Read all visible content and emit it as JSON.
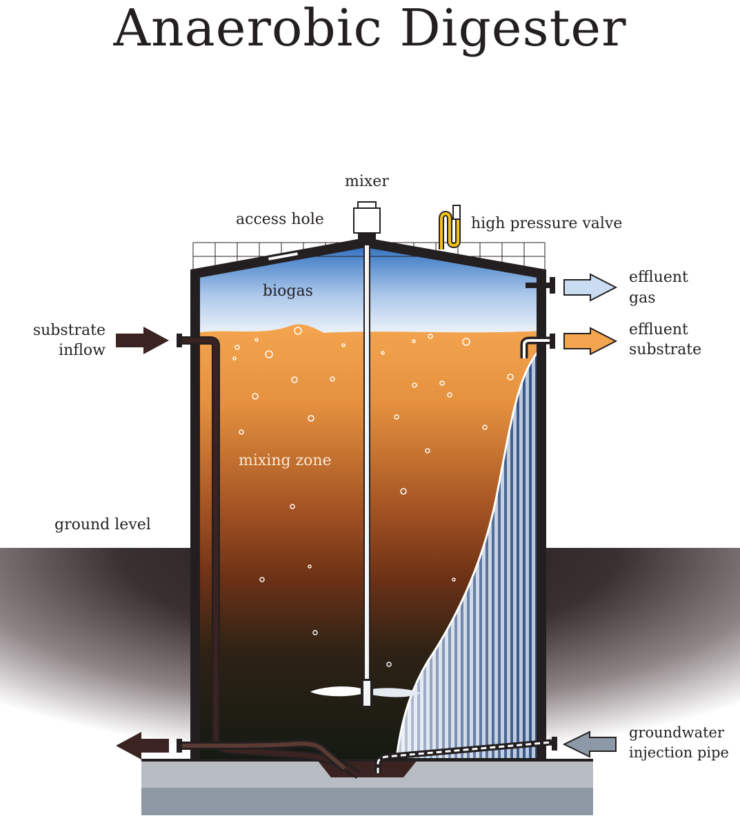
{
  "title": "Anaerobic Digester",
  "labels": {
    "mixer": "mixer",
    "access_hole": "access hole",
    "high_pressure_valve": "high pressure valve",
    "biogas": "biogas",
    "effluent_gas_1": "effluent",
    "effluent_gas_2": "gas",
    "effluent_substrate_1": "effluent",
    "effluent_substrate_2": "substrate",
    "substrate_inflow_1": "substrate",
    "substrate_inflow_2": "inflow",
    "mixing_zone": "mixing zone",
    "ground_level": "ground level",
    "groundwater_injection_1": "groundwater",
    "groundwater_injection_2": "injection pipe"
  },
  "colors": {
    "tank_wall": "#231f20",
    "biogas_top": "#2f6fc0",
    "biogas_bottom": "#e6eef8",
    "substrate_top": "#f4a54f",
    "substrate_mid": "#6e3216",
    "substrate_bottom": "#141a12",
    "ground": "#3a3032",
    "foundation": "#9aa3ac",
    "inflow_arrow": "#3a2321",
    "gas_arrow": "#c9dcf2",
    "substrate_arrow": "#f4a54f",
    "groundwater_arrow": "#8d99a8",
    "water_stripes": "#2a4a80"
  }
}
